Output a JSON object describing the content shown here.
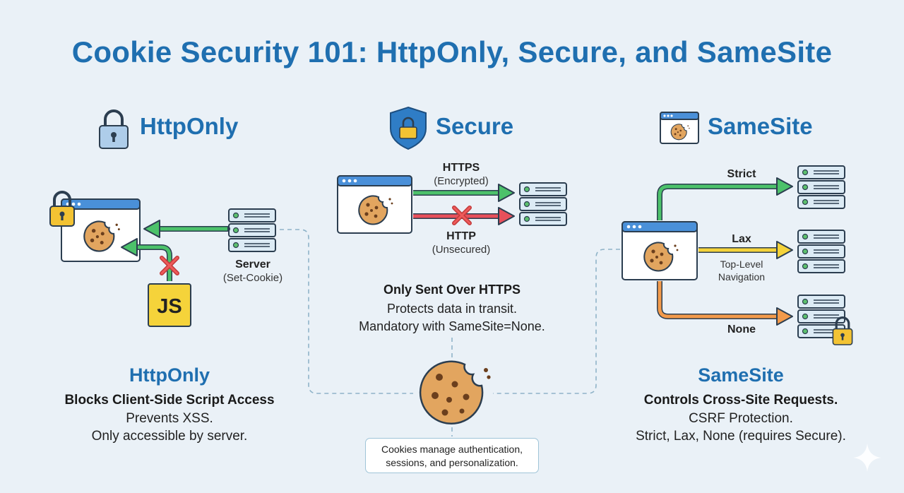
{
  "title": "Cookie Security 101: HttpOnly, Secure, and SameSite",
  "httponly": {
    "heading": "HttpOnly",
    "server_label": "Server",
    "server_sub": "(Set-Cookie)",
    "js_badge": "JS",
    "footer_title": "HttpOnly",
    "footer_strong": "Blocks Client-Side Script Access",
    "footer_lines": [
      "Prevents XSS.",
      "Only accessible by server."
    ]
  },
  "secure": {
    "heading": "Secure",
    "https_label": "HTTPS",
    "https_sub": "(Encrypted)",
    "http_label": "HTTP",
    "http_sub": "(Unsecured)",
    "desc_strong": "Only Sent Over HTTPS",
    "desc_lines": [
      "Protects data in transit.",
      "Mandatory with SameSite=None."
    ]
  },
  "samesite": {
    "heading": "SameSite",
    "strict_label": "Strict",
    "lax_label": "Lax",
    "lax_sub": [
      "Top-Level",
      "Navigation"
    ],
    "none_label": "None",
    "footer_title": "SameSite",
    "footer_strong": "Controls Cross-Site Requests.",
    "footer_lines": [
      "CSRF Protection.",
      "Strict, Lax, None (requires Secure)."
    ]
  },
  "center_note": [
    "Cookies manage authentication,",
    "sessions, and personalization."
  ],
  "colors": {
    "heading_blue": "#1f6fb0",
    "green": "#4cc26a",
    "red": "#e8505b",
    "yellow": "#f5d33a",
    "orange": "#f39a4a",
    "cookie": "#e2a55f"
  }
}
